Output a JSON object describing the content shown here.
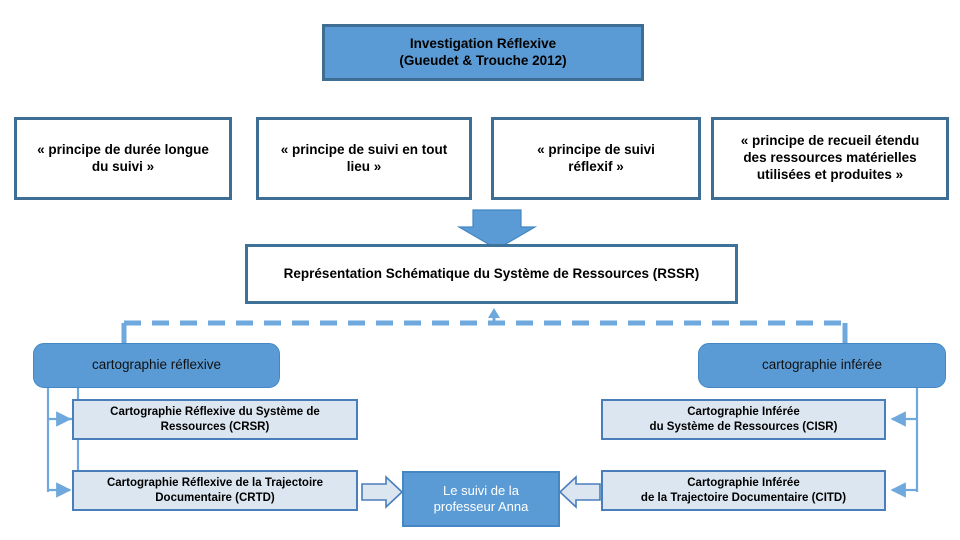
{
  "diagram": {
    "title_box": {
      "line1": "Investigation Réflexive",
      "line2": "(Gueudet & Trouche 2012)"
    },
    "principles": [
      {
        "line1": "« principe de durée longue",
        "line2": "du suivi »"
      },
      {
        "line1": "« principe de suivi en tout",
        "line2": "lieu »"
      },
      {
        "line1": "« principe de suivi",
        "line2": "réflexif »"
      },
      {
        "line1": "« principe de recueil étendu",
        "line2": "des ressources matérielles",
        "line3": "utilisées et produites »"
      }
    ],
    "rssr": {
      "label": "Représentation Schématique du Système de Ressources (RSSR)"
    },
    "branches": {
      "left_pill": "cartographie réflexive",
      "right_pill": "cartographie inférée"
    },
    "cartographies": {
      "crsr": {
        "line1": "Cartographie Réflexive du Système de",
        "line2": "Ressources (CRSR)"
      },
      "crtd": {
        "line1": "Cartographie Réflexive de la Trajectoire",
        "line2": "Documentaire (CRTD)"
      },
      "cisr": {
        "line1": "Cartographie Inférée",
        "line2": "du Système de Ressources (CISR)"
      },
      "citd": {
        "line1": "Cartographie Inférée",
        "line2": "de la Trajectoire Documentaire (CITD)"
      }
    },
    "center": {
      "line1": "Le suivi de la",
      "line2": "professeur Anna"
    },
    "colors": {
      "accent_fill": "#5B9BD5",
      "dark_border": "#3E6E94",
      "light_fill": "#DCE6F1",
      "line": "#6FA8DC",
      "white_text": "#FFFFFF"
    }
  }
}
